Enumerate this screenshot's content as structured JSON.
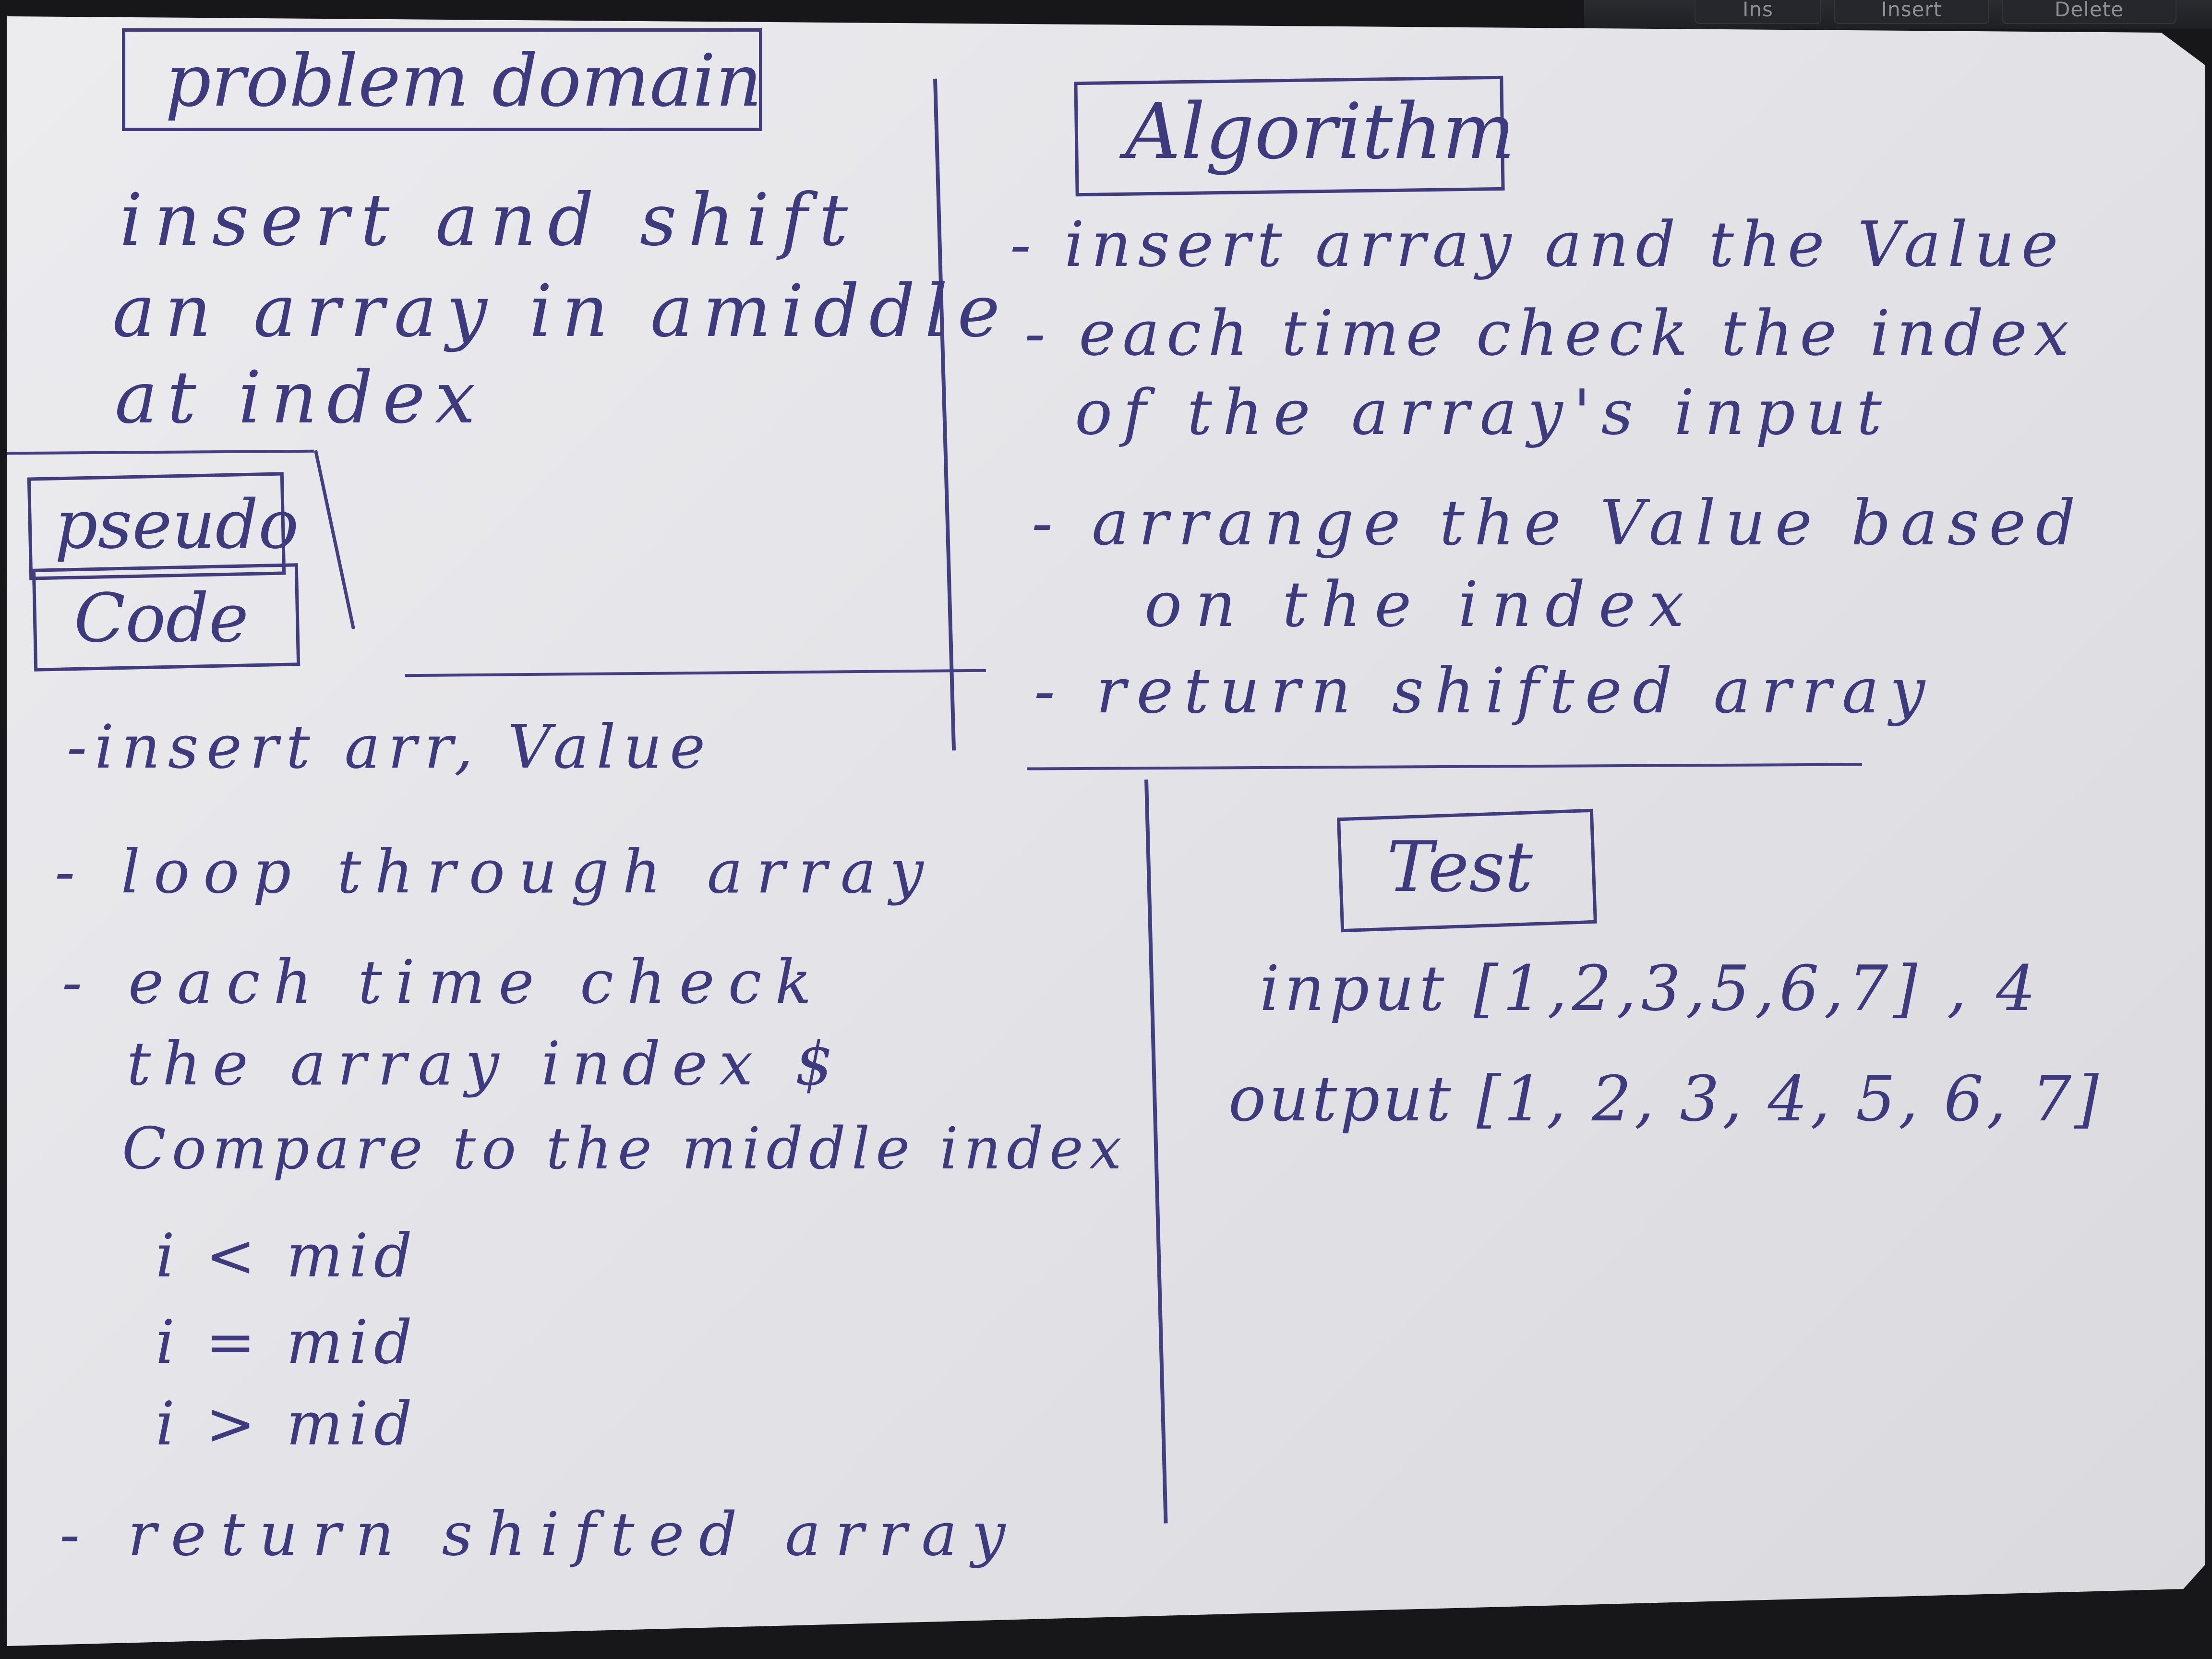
{
  "keyboard": {
    "keys": [
      "Ins",
      "Insert",
      "Delete"
    ]
  },
  "problem_domain": {
    "heading": "problem domain",
    "lines": [
      "insert and shift",
      "an array in amiddle",
      "at index"
    ]
  },
  "algorithm": {
    "heading": "Algorithm",
    "lines": [
      "- insert array and the Value",
      "- each time check the index",
      "of the array's input",
      "- arrange the Value based",
      "on the index",
      "- return shifted array"
    ]
  },
  "pseudocode": {
    "heading_line1": "pseudo",
    "heading_line2": "Code",
    "lines": [
      "-insert arr, Value",
      "- loop through array",
      "- each time check",
      "the array index $",
      "Compare to the middle index",
      "i < mid",
      "i = mid",
      "i > mid",
      "- return shifted array"
    ]
  },
  "test": {
    "heading": "Test",
    "input_line": "input [1,2,3,5,6,7] , 4",
    "output_line": "output [1, 2, 3, 4, 5, 6, 7]"
  }
}
